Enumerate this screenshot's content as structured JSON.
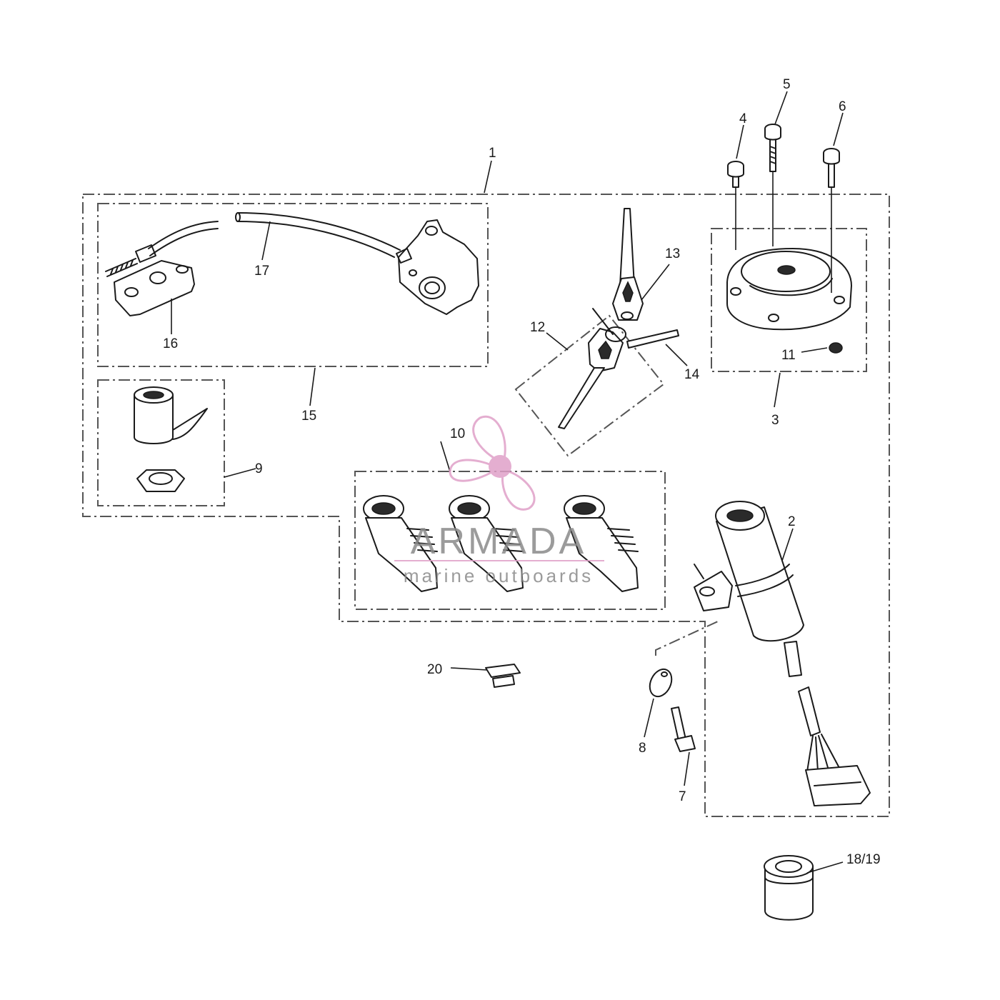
{
  "diagram": {
    "callouts": {
      "c1": "1",
      "c2": "2",
      "c3": "3",
      "c4": "4",
      "c5": "5",
      "c6": "6",
      "c7": "7",
      "c8": "8",
      "c9": "9",
      "c10": "10",
      "c11": "11",
      "c12": "12",
      "c13": "13",
      "c14": "14",
      "c15": "15",
      "c16": "16",
      "c17": "17",
      "c18_19": "18/19",
      "c20": "20"
    }
  },
  "watermark": {
    "brand": "ARMADA",
    "tagline": "marine outboards",
    "logo_icon": "propeller-icon",
    "accent_color": "#e0a0c8"
  },
  "colors": {
    "line": "#1a1a1a",
    "background": "#ffffff"
  }
}
